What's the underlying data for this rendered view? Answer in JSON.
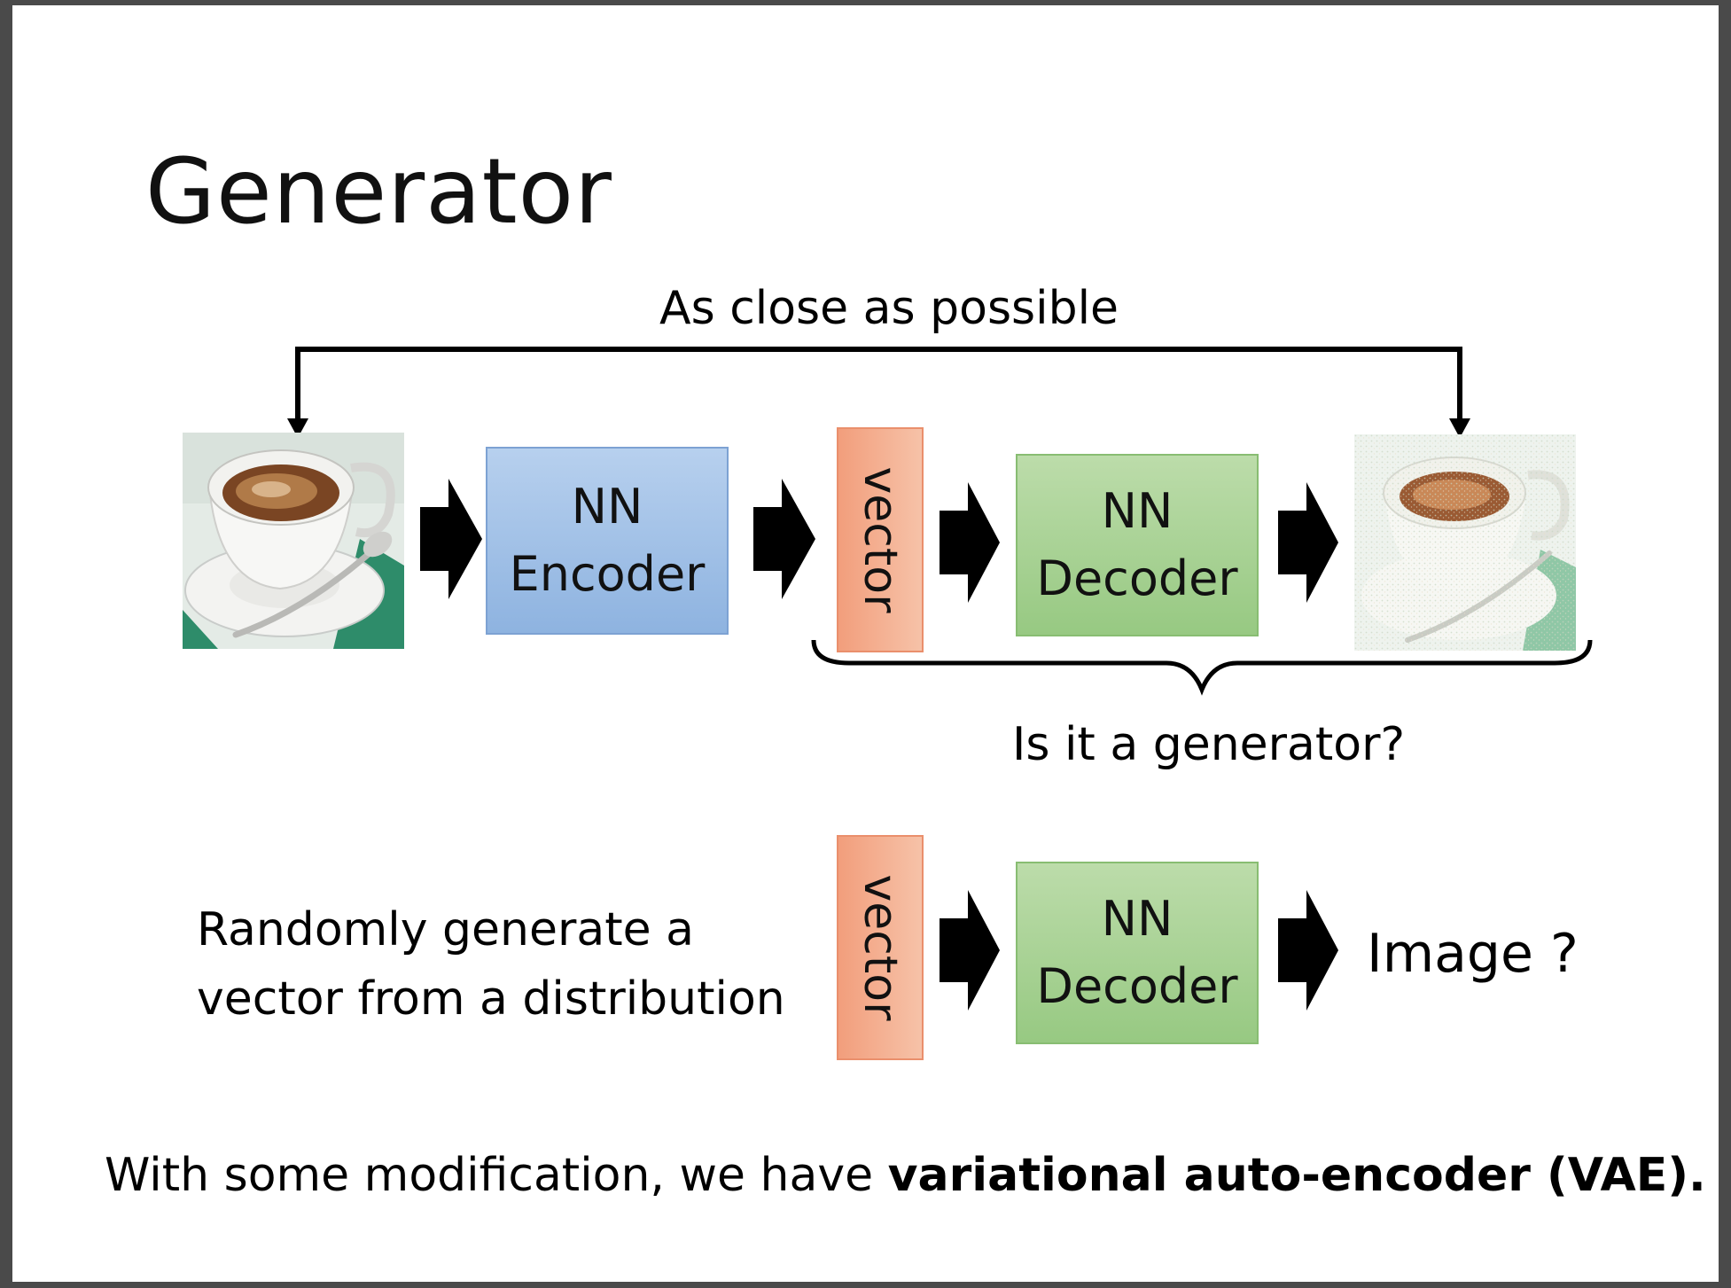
{
  "title": "Generator",
  "top_label": "As close as possible",
  "encoder_box": {
    "line1": "NN",
    "line2": "Encoder"
  },
  "vector_label": "vector",
  "decoder_box": {
    "line1": "NN",
    "line2": "Decoder"
  },
  "brace_label": "Is it a generator?",
  "random_text": "Randomly generate a vector from a distribution",
  "image_label": "Image ?",
  "bottom_text_plain": "With some modification, we have ",
  "bottom_text_bold": "variational auto-encoder (VAE).",
  "colors": {
    "encoder": "#a3c2e8",
    "decoder": "#a9d394",
    "vector": "#f4ae8f",
    "arrow": "#000000"
  }
}
